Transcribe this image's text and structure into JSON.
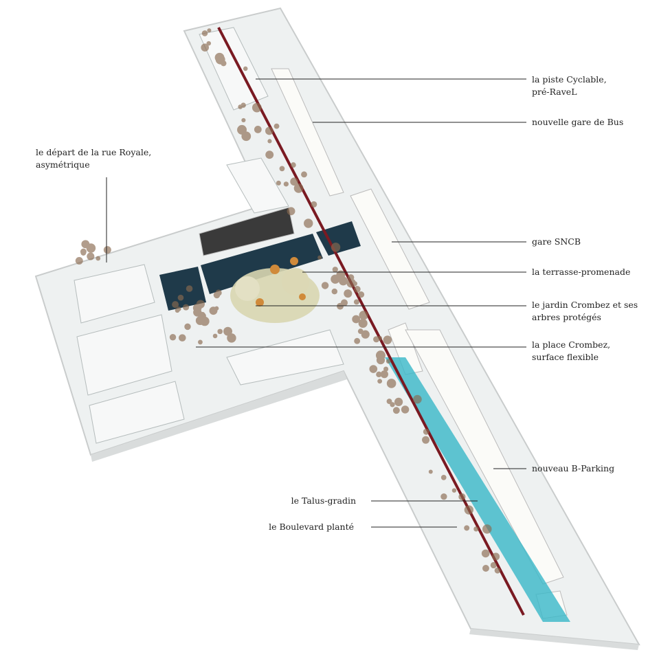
{
  "title": "Annotated site model — Place Crombez",
  "labels": {
    "piste": [
      "la piste Cyclable,",
      "pré-RaveL"
    ],
    "bus": "nouvelle gare de Bus",
    "royale": [
      "le départ de la rue Royale,",
      "asymétrique"
    ],
    "sncb": "gare SNCB",
    "terrasse": "la terrasse-promenade",
    "jardin": [
      "le jardin Crombez et ses",
      "arbres protégés"
    ],
    "place": [
      "la place Crombez,",
      "surface flexible"
    ],
    "parking": "nouveau B-Parking",
    "talus": "le Talus-gradin",
    "boulevard": "le Boulevard planté"
  },
  "colors": {
    "base": "#eef1f1",
    "plaza": "#1f3a4a",
    "cycle": "#7a1a22",
    "water": "#38b8c8",
    "building": "#fbfbf8",
    "tree": "#8a6a50",
    "garden": "#d8d6b0"
  }
}
